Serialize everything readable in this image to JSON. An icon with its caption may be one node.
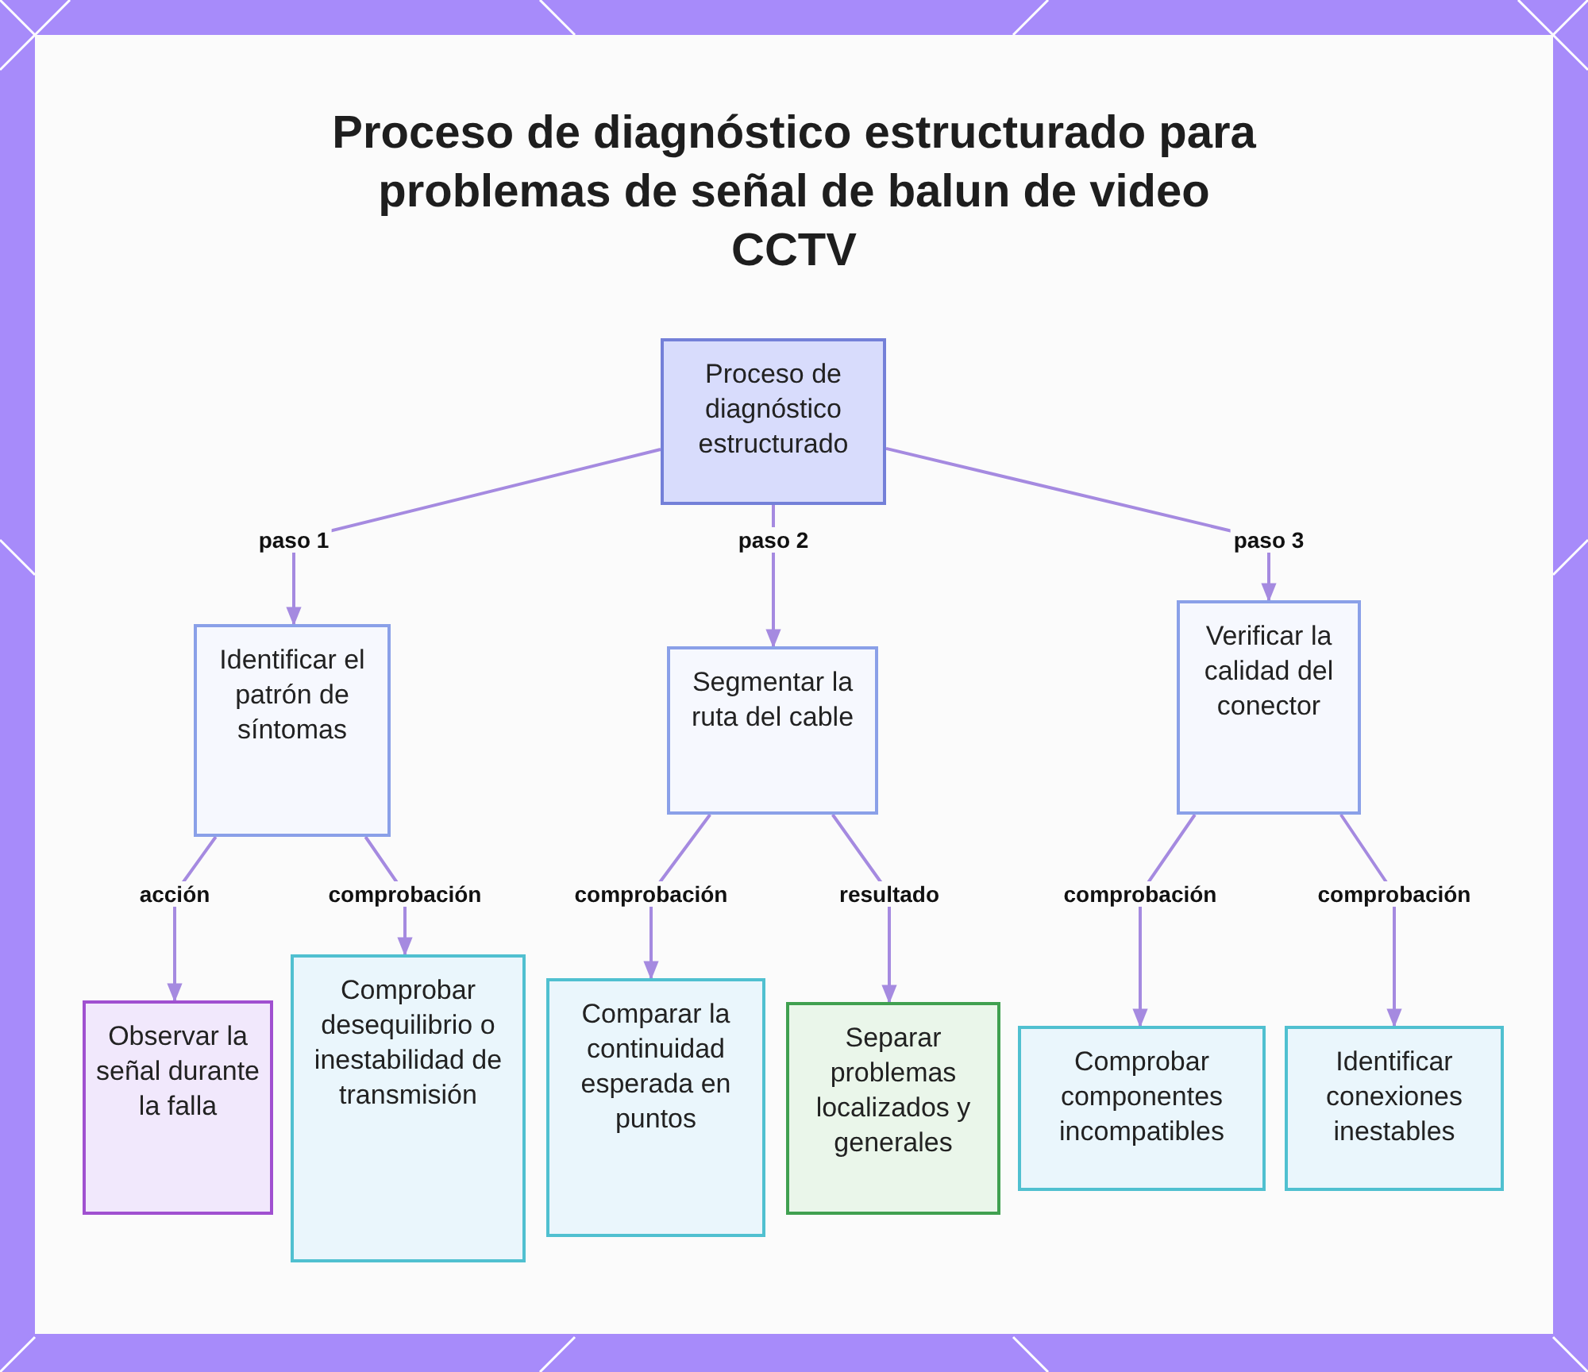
{
  "diagram": {
    "title": "Proceso de diagnóstico estructurado para problemas de señal de balun de video CCTV",
    "nodes": [
      {
        "text": [
          "Proceso de diagnóstico estructurado"
        ]
      },
      {
        "text": [
          "Identificar el patrón de síntomas"
        ]
      },
      {
        "text": [
          "Segmentar la ruta del cable"
        ]
      },
      {
        "text": [
          "Verificar la calidad del conector"
        ]
      },
      {
        "text": [
          "Observar la señal durante la falla"
        ]
      },
      {
        "text": [
          "Comprobar desequilibrio o inestabilidad de transmisión"
        ]
      },
      {
        "text": [
          "Comparar la continuidad esperada en puntos"
        ]
      },
      {
        "text": [
          "Separar problemas localizados y generales"
        ]
      },
      {
        "text": [
          "Comprobar componentes incompatibles"
        ]
      },
      {
        "text": [
          "Identificar conexiones inestables"
        ]
      }
    ],
    "edges": [
      {
        "from": 0,
        "to": 1,
        "arrow": "to",
        "label": "paso 1"
      },
      {
        "from": 0,
        "to": 2,
        "arrow": "to",
        "label": "paso 2"
      },
      {
        "from": 0,
        "to": 3,
        "arrow": "to",
        "label": "paso 3"
      },
      {
        "from": 1,
        "to": 4,
        "arrow": "to",
        "label": "acción"
      },
      {
        "from": 1,
        "to": 5,
        "arrow": "to",
        "label": "comprobación"
      },
      {
        "from": 2,
        "to": 6,
        "arrow": "to",
        "label": "comprobación"
      },
      {
        "from": 2,
        "to": 7,
        "arrow": "to",
        "label": "resultado"
      },
      {
        "from": 3,
        "to": 8,
        "arrow": "to",
        "label": "comprobación"
      },
      {
        "from": 3,
        "to": 9,
        "arrow": "to",
        "label": "comprobación"
      }
    ]
  }
}
